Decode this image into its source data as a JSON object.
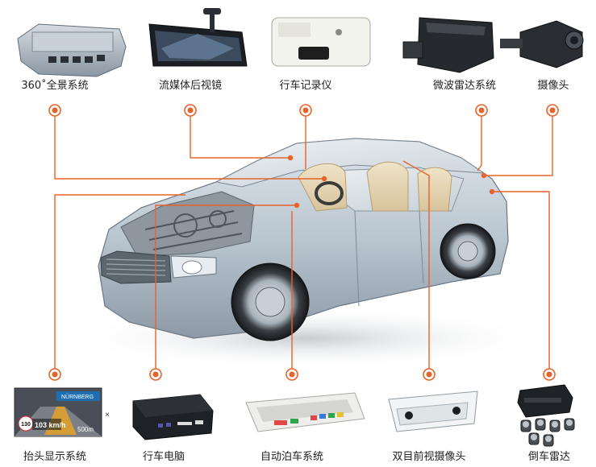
{
  "accent_color": "#e8622a",
  "top_items": [
    {
      "label": "360˚全景系统",
      "icon": "surround-view-ecu-icon"
    },
    {
      "label": "流媒体后视镜",
      "icon": "streaming-rearview-mirror-icon"
    },
    {
      "label": "行车记录仪",
      "icon": "dashcam-icon"
    },
    {
      "label": "微波雷达系统",
      "icon": "microwave-radar-icon"
    },
    {
      "label": "摄像头",
      "icon": "camera-icon"
    }
  ],
  "bottom_items": [
    {
      "label": "抬头显示系统",
      "icon": "hud-icon"
    },
    {
      "label": "行车电脑",
      "icon": "trip-computer-icon"
    },
    {
      "label": "自动泊车系统",
      "icon": "parking-module-icon"
    },
    {
      "label": "双目前视摄像头",
      "icon": "stereo-camera-icon"
    },
    {
      "label": "倒车雷达",
      "icon": "reverse-radar-icon"
    }
  ],
  "hud": {
    "city": "NÜRNBERG",
    "speed_limit": "130",
    "speed": "103 km/h",
    "distance": "500m"
  },
  "multiply_sign": "×"
}
